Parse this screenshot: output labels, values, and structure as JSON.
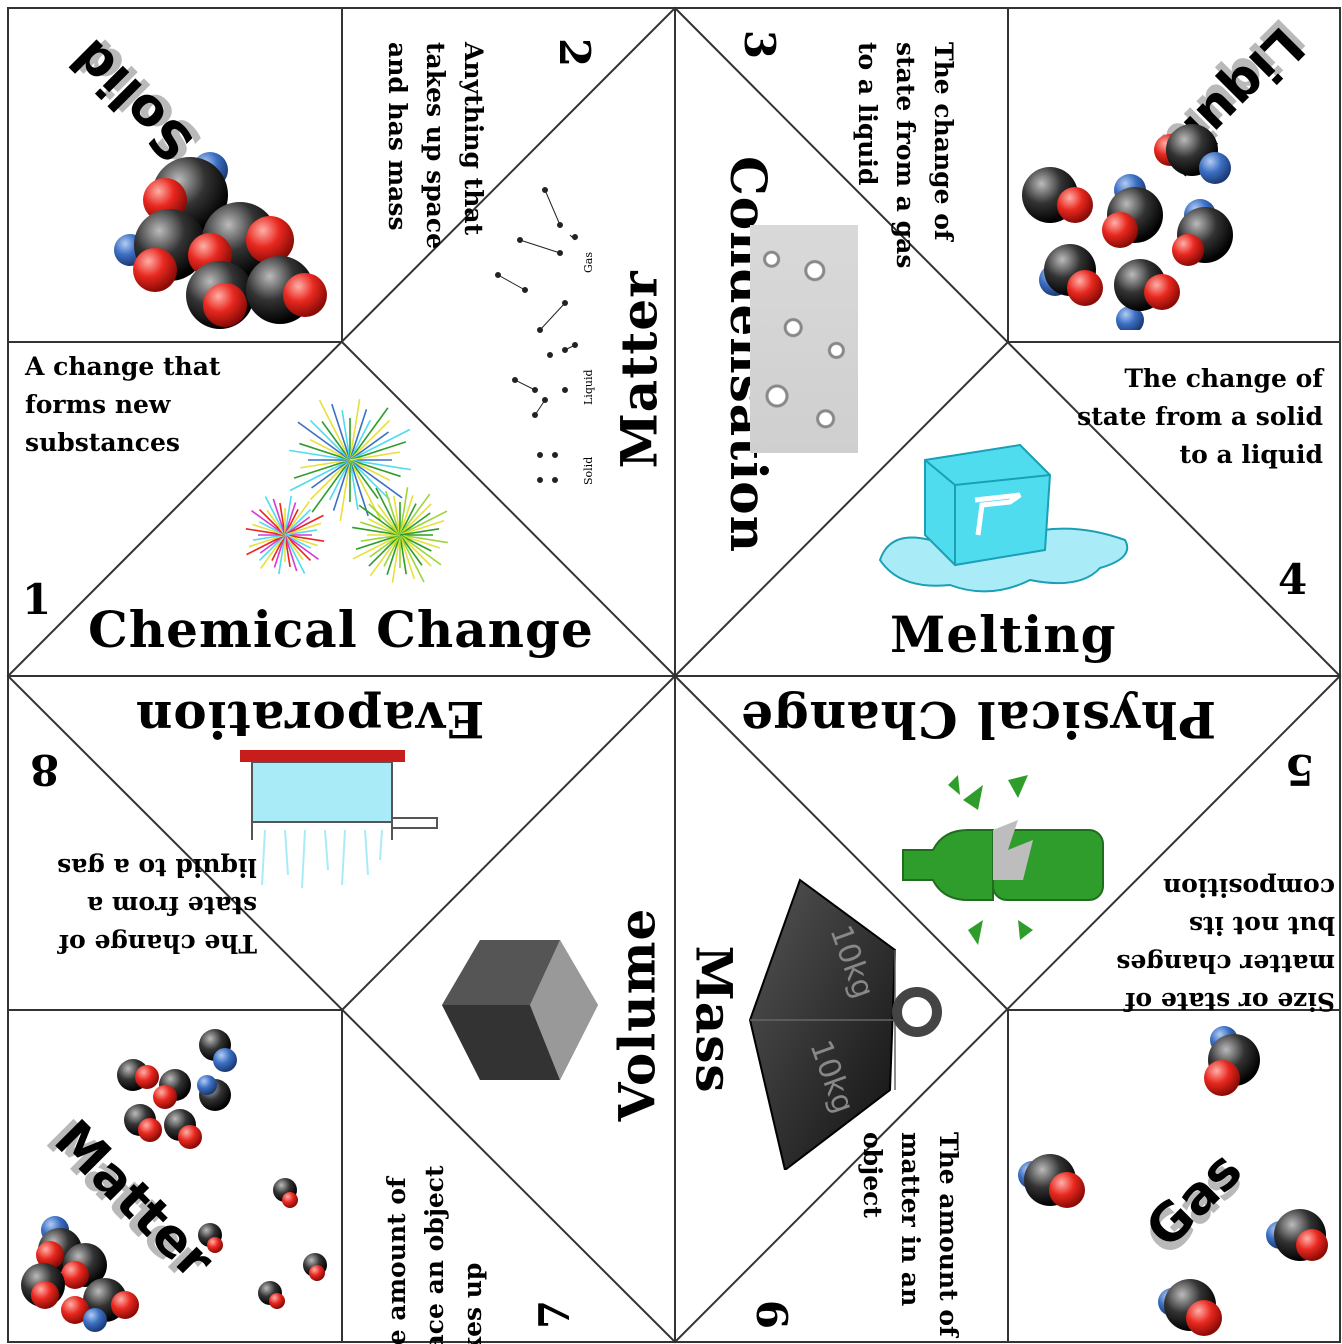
{
  "corners": {
    "solid": "Solid",
    "liquid": "Liquid",
    "gas": "Gas",
    "matter": "Matter"
  },
  "flaps": {
    "chemical_change": {
      "term": "Chemical Change",
      "number": "1",
      "definition": "A change that forms new substances"
    },
    "matter": {
      "term": "Matter",
      "number": "2",
      "definition": "Anything that takes up space and has mass"
    },
    "condensation": {
      "term": "Condensation",
      "number": "3",
      "definition": "The change of state from a gas to a liquid"
    },
    "melting": {
      "term": "Melting",
      "number": "4",
      "definition": "The change of state from a solid to a liquid"
    },
    "physical_change": {
      "term": "Physical Change",
      "number": "5",
      "definition": "Size or state of matter changes but not its composition"
    },
    "mass": {
      "term": "Mass",
      "number": "6",
      "definition": "The amount of matter in an object"
    },
    "volume": {
      "term": "Volume",
      "number": "7",
      "definition": "The amount of space an object takes up"
    },
    "evaporation": {
      "term": "Evaporation",
      "number": "8",
      "definition": "The change of state from a liquid to a gas"
    }
  },
  "diagram_labels": {
    "gas": "Gas",
    "liquid": "Liquid",
    "solid": "Solid"
  },
  "weight_labels": [
    "10kg",
    "10kg"
  ],
  "colors": {
    "oxygen": "#e8281f",
    "carbon": "#333333",
    "nitrogen": "#3b6fc4",
    "ice": "#4fdcef",
    "water": "#a9ecf7",
    "bottle": "#2f9d2b",
    "lid": "#c81d1d"
  },
  "icons": [
    "solid-molecules-icon",
    "liquid-molecules-icon",
    "gas-molecules-icon",
    "matter-molecules-icon",
    "fireworks-icon",
    "states-diagram-icon",
    "droplets-photo-icon",
    "ice-cube-icon",
    "broken-bottle-icon",
    "weight-icon",
    "cube-icon",
    "evaporating-pot-icon"
  ]
}
